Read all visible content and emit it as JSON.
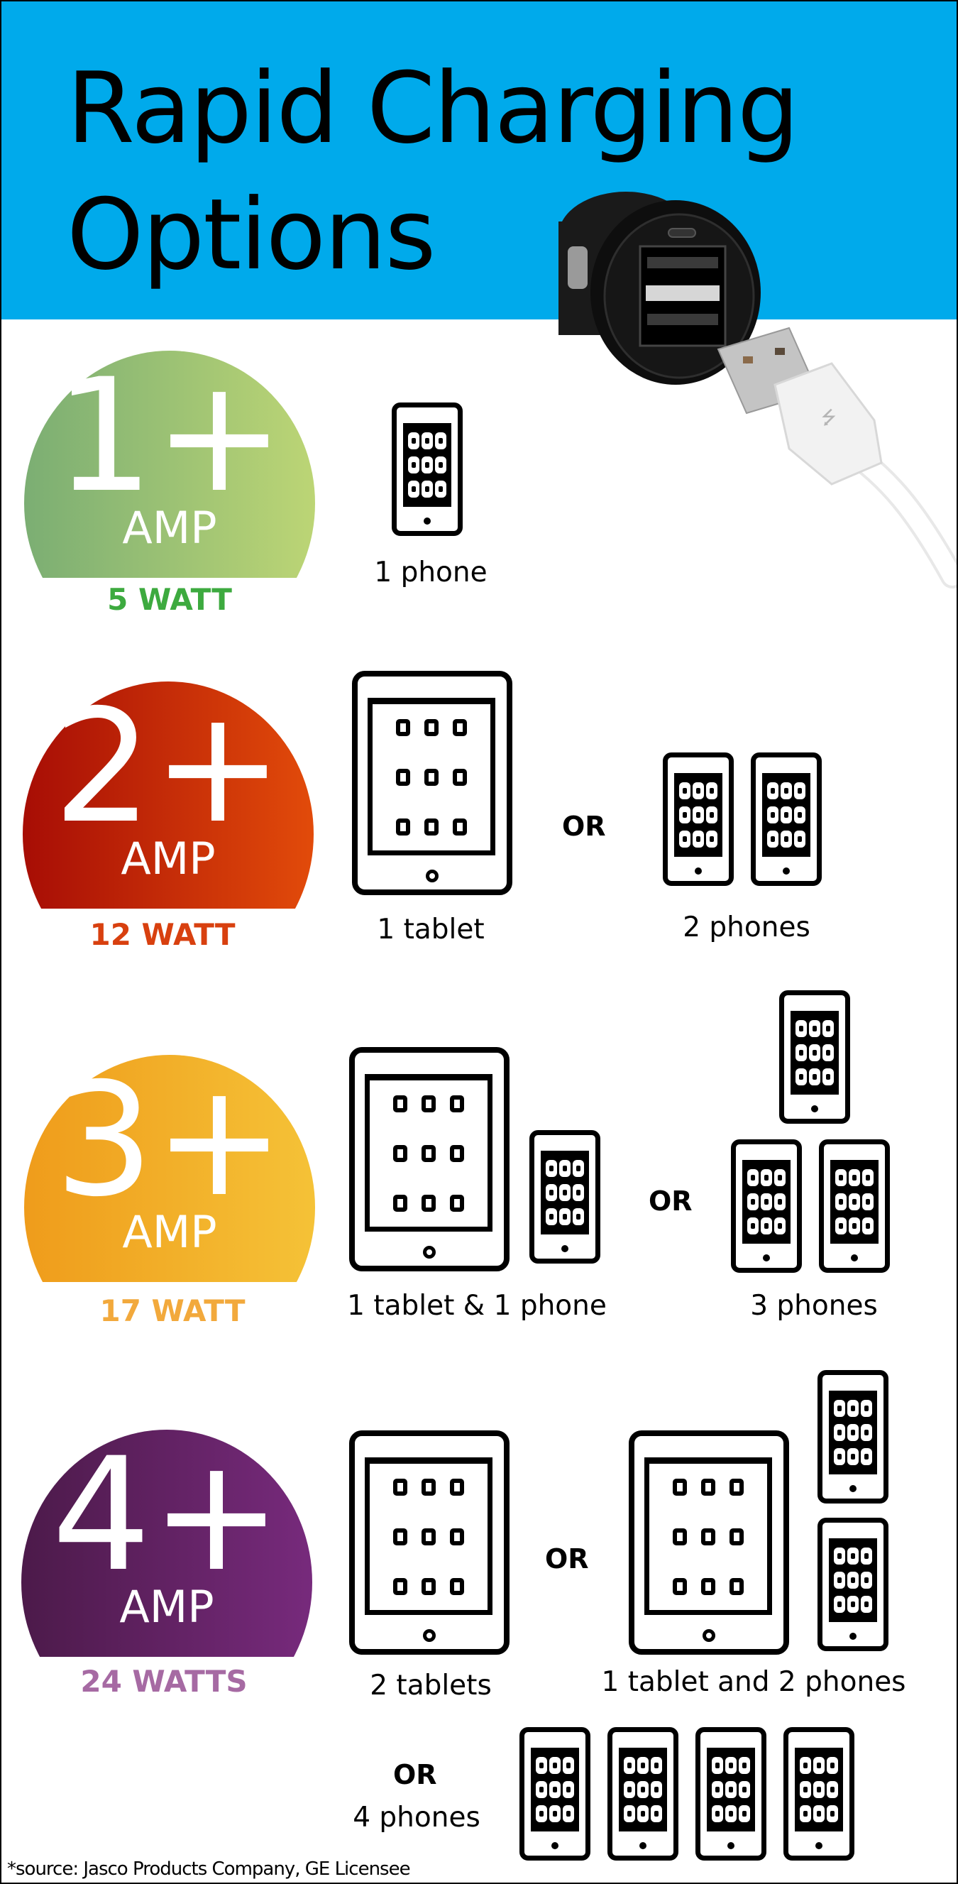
{
  "header": {
    "title_line1": "Rapid Charging",
    "title_line2": "Options",
    "background_color": "#00aaeb"
  },
  "product_image": {
    "icon": "usb-car-charger-icon",
    "description": "dual USB car charger with white USB cable"
  },
  "tiers": [
    {
      "amp_number": "1+",
      "amp_unit": "AMP",
      "watt_label": "5 WATT",
      "gradient": [
        "#7bae73",
        "#bcd575"
      ],
      "watt_color": "#3daa3f",
      "options": [
        {
          "label": "1 phone",
          "devices": [
            "phone"
          ]
        }
      ]
    },
    {
      "amp_number": "2+",
      "amp_unit": "AMP",
      "watt_label": "12 WATT",
      "gradient": [
        "#a70d05",
        "#e24b0a"
      ],
      "watt_color": "#d8400f",
      "or_label": "OR",
      "options": [
        {
          "label": "1 tablet",
          "devices": [
            "tablet"
          ]
        },
        {
          "label": "2 phones",
          "devices": [
            "phone",
            "phone"
          ]
        }
      ]
    },
    {
      "amp_number": "3+",
      "amp_unit": "AMP",
      "watt_label": "17 WATT",
      "gradient": [
        "#ef9c1b",
        "#f5c237"
      ],
      "watt_color": "#f2a93c",
      "or_label": "OR",
      "options": [
        {
          "label": "1 tablet & 1 phone",
          "devices": [
            "tablet",
            "phone"
          ]
        },
        {
          "label": "3 phones",
          "devices": [
            "phone",
            "phone",
            "phone"
          ]
        }
      ]
    },
    {
      "amp_number": "4+",
      "amp_unit": "AMP",
      "watt_label": "24 WATTS",
      "gradient": [
        "#4c1a4a",
        "#772a7c"
      ],
      "watt_color": "#a66aa3",
      "or_label": "OR",
      "or_label_2": "OR",
      "options": [
        {
          "label": "2 tablets",
          "devices": [
            "tablet"
          ]
        },
        {
          "label": "1 tablet and 2 phones",
          "devices": [
            "tablet",
            "phone",
            "phone"
          ]
        },
        {
          "label": "4 phones",
          "devices": [
            "phone",
            "phone",
            "phone",
            "phone"
          ]
        }
      ]
    }
  ],
  "footer": {
    "source": "*source: Jasco Products Company, GE Licensee"
  }
}
